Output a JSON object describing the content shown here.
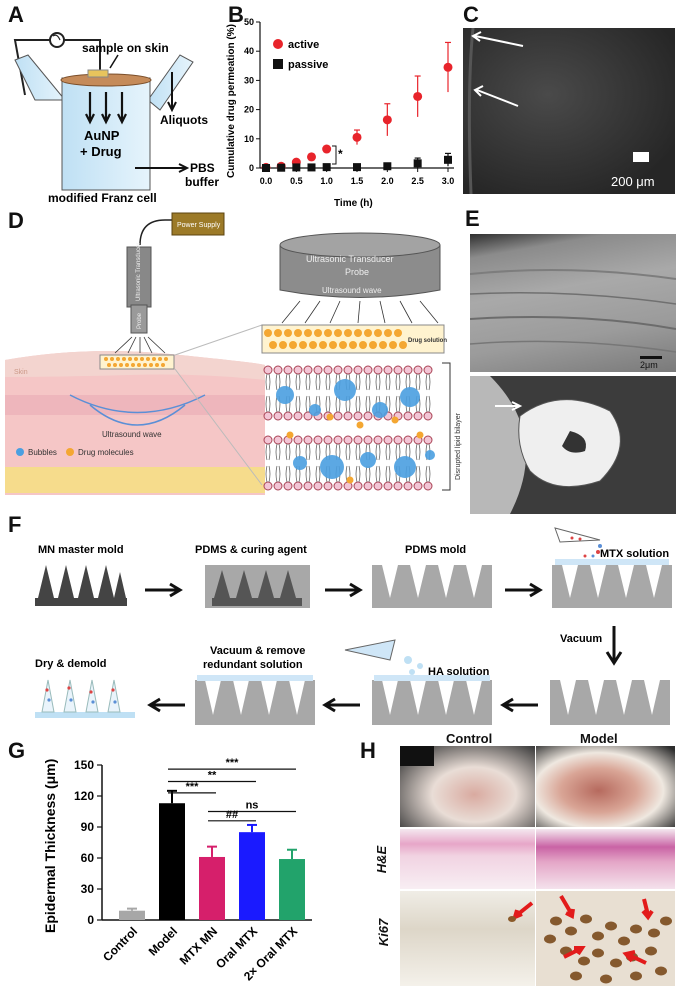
{
  "panels": {
    "A": {
      "letter": "A",
      "sample_label": "sample on skin",
      "center_label_1": "AuNP",
      "center_label_2": "+ Drug",
      "aliquots_label": "Aliquots",
      "pbs_label_1": "PBS",
      "pbs_label_2": "buffer",
      "caption": "modified Franz cell"
    },
    "B": {
      "letter": "B",
      "legend_active": "active",
      "legend_passive": "passive",
      "significance": "*"
    },
    "C": {
      "letter": "C",
      "scalebar": "200 μm"
    },
    "D": {
      "letter": "D",
      "power_supply": "Power Supply",
      "transducer_vertical": "Ultrasonic Transducer",
      "probe_vertical": "Probe",
      "transducer_title_1": "Ultrasonic Transducer",
      "transducer_title_2": "Probe",
      "ultrasound_wave_top": "Ultrasound wave",
      "drug_solution": "Drug solution",
      "disrupted": "Disrupted lipid bilayer",
      "skin": "Skin",
      "ultrasound_wave_bottom": "Ultrasound wave",
      "legend_bubbles": "Bubbles",
      "legend_drug": "Drug molecules"
    },
    "E": {
      "letter": "E",
      "scalebar": "2μm"
    },
    "F": {
      "letter": "F",
      "step1": "MN master mold",
      "step2": "PDMS & curing agent",
      "step3": "PDMS mold",
      "step4": "MTX solution",
      "vacuum": "Vacuum",
      "step5": "HA solution",
      "step6_1": "Vacuum & remove",
      "step6_2": "redundant solution",
      "step7": "Dry & demold"
    },
    "G": {
      "letter": "G",
      "stars_top": "***",
      "stars_second": "**",
      "stars_third": "***",
      "ns": "ns",
      "hash": "##"
    },
    "H": {
      "letter": "H",
      "col_control": "Control",
      "col_model": "Model",
      "row_he": "H&E",
      "row_ki67": "Ki67"
    }
  },
  "chart_data": [
    {
      "panel": "B",
      "type": "scatter",
      "xlabel": "Time (h)",
      "ylabel": "Cumulative drug permeation (%)",
      "xlim": [
        0,
        3.0
      ],
      "ylim": [
        0,
        50
      ],
      "xticks": [
        "0.0",
        "0.5",
        "1.0",
        "1.5",
        "2.0",
        "2.5",
        "3.0"
      ],
      "yticks": [
        "0",
        "10",
        "20",
        "30",
        "40",
        "50"
      ],
      "legend": "top-left",
      "series": [
        {
          "name": "active",
          "color": "#e8242b",
          "x": [
            0.0,
            0.25,
            0.5,
            0.75,
            1.0,
            1.5,
            2.0,
            2.5,
            3.0
          ],
          "y": [
            0.2,
            0.6,
            2.0,
            3.8,
            6.5,
            10.5,
            16.5,
            24.5,
            34.5
          ],
          "err": [
            0.3,
            0.5,
            0.8,
            1.0,
            1.0,
            2.5,
            5.5,
            7.0,
            8.5
          ]
        },
        {
          "name": "passive",
          "color": "#111111",
          "x": [
            0.0,
            0.25,
            0.5,
            0.75,
            1.0,
            1.5,
            2.0,
            2.5,
            3.0
          ],
          "y": [
            0.0,
            0.1,
            0.2,
            0.2,
            0.3,
            0.3,
            0.6,
            1.6,
            2.8
          ],
          "err": [
            0.2,
            0.2,
            0.2,
            0.3,
            0.3,
            0.4,
            0.8,
            1.8,
            2.2
          ]
        }
      ]
    },
    {
      "panel": "G",
      "type": "bar",
      "ylabel": "Epidermal Thickness (μm)",
      "ylim": [
        0,
        150
      ],
      "yticks": [
        "0",
        "30",
        "60",
        "90",
        "120",
        "150"
      ],
      "categories": [
        "Control",
        "Model",
        "MTX MN",
        "Oral MTX",
        "2× Oral MTX"
      ],
      "values": [
        9,
        113,
        61,
        85,
        59
      ],
      "errors": [
        2,
        12,
        10,
        7,
        9
      ],
      "colors": [
        "#a7a7a7",
        "#000000",
        "#d61f6b",
        "#1a1aff",
        "#22a36b"
      ]
    }
  ]
}
